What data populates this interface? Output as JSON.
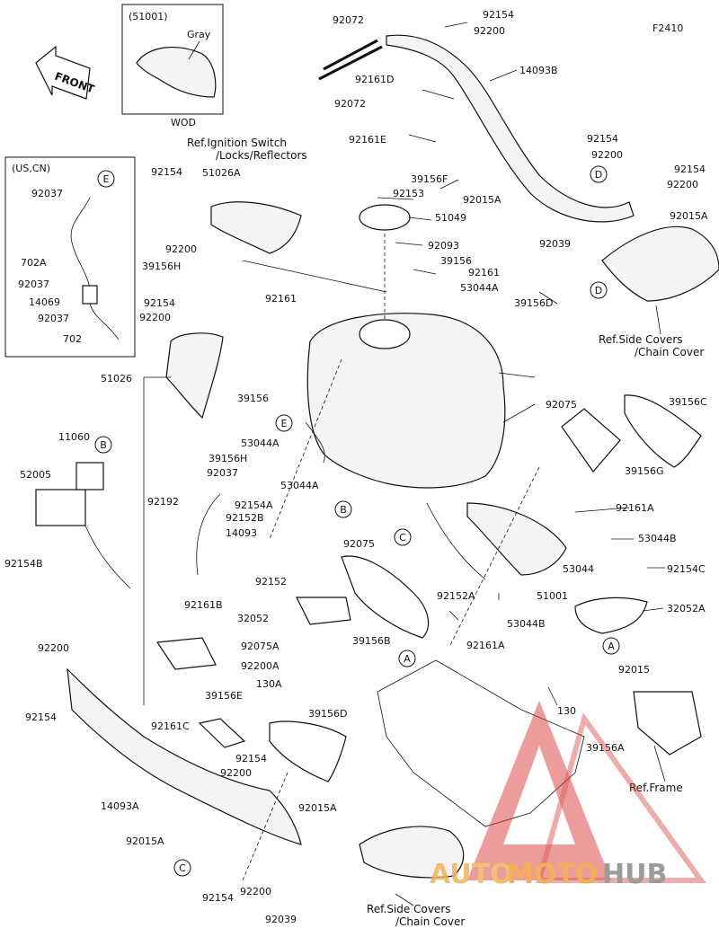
{
  "figure_code": "F2410",
  "front_label": "FRONT",
  "inset_wod": {
    "code": "(51001)",
    "color": "Gray",
    "note": "WOD"
  },
  "inset_us": {
    "title": "(US,CN)"
  },
  "refs": {
    "ignition": "Ref.Ignition Switch",
    "ignition2": "/Locks/Reflectors",
    "side_top": "Ref.Side Covers",
    "side_top2": "/Chain Cover",
    "side_bottom": "Ref.Side Covers",
    "side_bottom2": "/Chain Cover",
    "frame": "Ref.Frame"
  },
  "labels": [
    "92072",
    "92072",
    "92154",
    "92200",
    "14093B",
    "92161D",
    "92161E",
    "39156F",
    "92154",
    "92200",
    "92154",
    "92200",
    "92015A",
    "92015A",
    "92039",
    "51049",
    "92093",
    "92153",
    "39156",
    "92161",
    "53044A",
    "39156D",
    "39156H",
    "51026A",
    "92154",
    "92200",
    "92154",
    "92200",
    "51026",
    "39156",
    "92161",
    "53044A",
    "39156H",
    "92037",
    "53044A",
    "92192",
    "92154A",
    "92152B",
    "14093",
    "92152",
    "32052",
    "92075A",
    "92200A",
    "130A",
    "92075",
    "53044B",
    "92161A",
    "39156C",
    "39156G",
    "53044",
    "92154C",
    "32052A",
    "92015",
    "130",
    "51001",
    "92152A",
    "53044B",
    "92161A",
    "39156B",
    "92161B",
    "92161C",
    "39156E",
    "39156D",
    "92154",
    "92200",
    "92015A",
    "92015A",
    "92154",
    "92200",
    "92039",
    "14093A",
    "92200",
    "92154",
    "39156A",
    "11060",
    "52005",
    "92154B",
    "92037",
    "702A",
    "92037",
    "14069",
    "92037",
    "702",
    "92154",
    "92200",
    "92075"
  ],
  "callouts": [
    "E",
    "D",
    "D",
    "E",
    "B",
    "B",
    "C",
    "C",
    "A",
    "A"
  ],
  "watermark": {
    "a": "AUTO",
    "b": "MOTO",
    "c": "HUB"
  }
}
